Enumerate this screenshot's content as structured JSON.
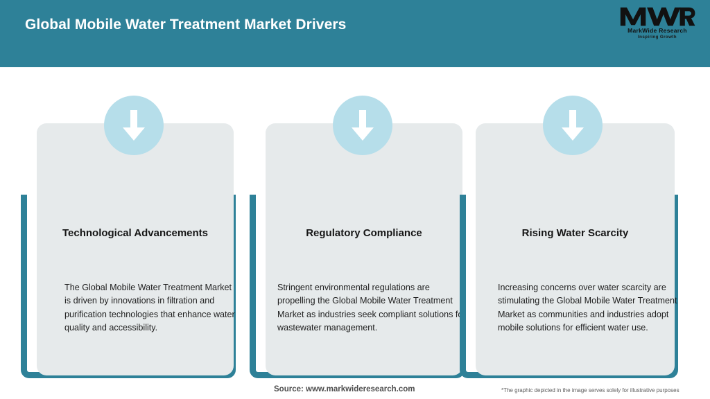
{
  "header": {
    "title": "Global Mobile Water Treatment Market Drivers",
    "background_color": "#2E8198",
    "logo": {
      "mark_text": "MWR",
      "company_name": "MarkWide Research",
      "tagline": "Inspiring Growth"
    }
  },
  "cards": [
    {
      "icon": "down-arrow-icon",
      "title": "Technological Advancements",
      "description": "The Global Mobile Water Treatment Market is driven by innovations in filtration and purification technologies that enhance water quality and accessibility."
    },
    {
      "icon": "down-arrow-icon",
      "title": "Regulatory Compliance",
      "description": "Stringent environmental regulations are propelling the Global Mobile Water Treatment Market as industries seek compliant solutions for wastewater management."
    },
    {
      "icon": "down-arrow-icon",
      "title": "Rising Water Scarcity",
      "description": "Increasing concerns over water scarcity are stimulating the Global Mobile Water Treatment Market as communities and industries adopt mobile solutions for efficient water use."
    }
  ],
  "footer": {
    "source": "Source: www.markwideresearch.com",
    "note": "*The graphic depicted in the image serves solely for illustrative purposes"
  },
  "colors": {
    "teal": "#2E8198",
    "circle_blue": "#B6DEEA",
    "card_grey": "#E6EAEB",
    "page_background": "#FFFFFF"
  }
}
